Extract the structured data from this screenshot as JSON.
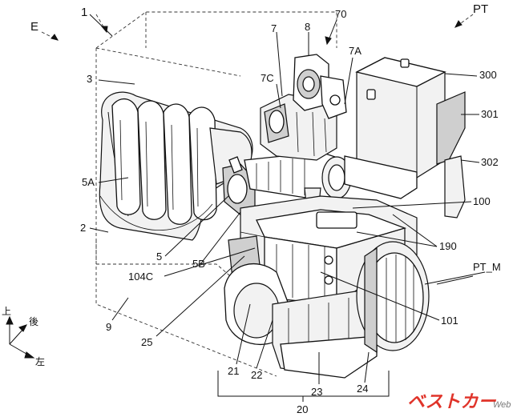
{
  "labels": {
    "l1": "1",
    "lE": "E",
    "lPT": "PT",
    "l70": "70",
    "l7": "7",
    "l8": "8",
    "l7A": "7A",
    "l3": "3",
    "l7C": "7C",
    "l300": "300",
    "l301": "301",
    "l302": "302",
    "l5A": "5A",
    "l100": "100",
    "l2": "2",
    "l190": "190",
    "l5": "5",
    "l5B": "5B",
    "lPTM": "PT_M",
    "l104C": "104C",
    "l101": "101",
    "l9": "9",
    "l25": "25",
    "l21": "21",
    "l22": "22",
    "l23": "23",
    "l24": "24",
    "l20": "20"
  },
  "axes": {
    "up": "上",
    "back": "後",
    "left": "左"
  },
  "watermark": {
    "brand": "ベストカー",
    "suffix": "Web"
  }
}
